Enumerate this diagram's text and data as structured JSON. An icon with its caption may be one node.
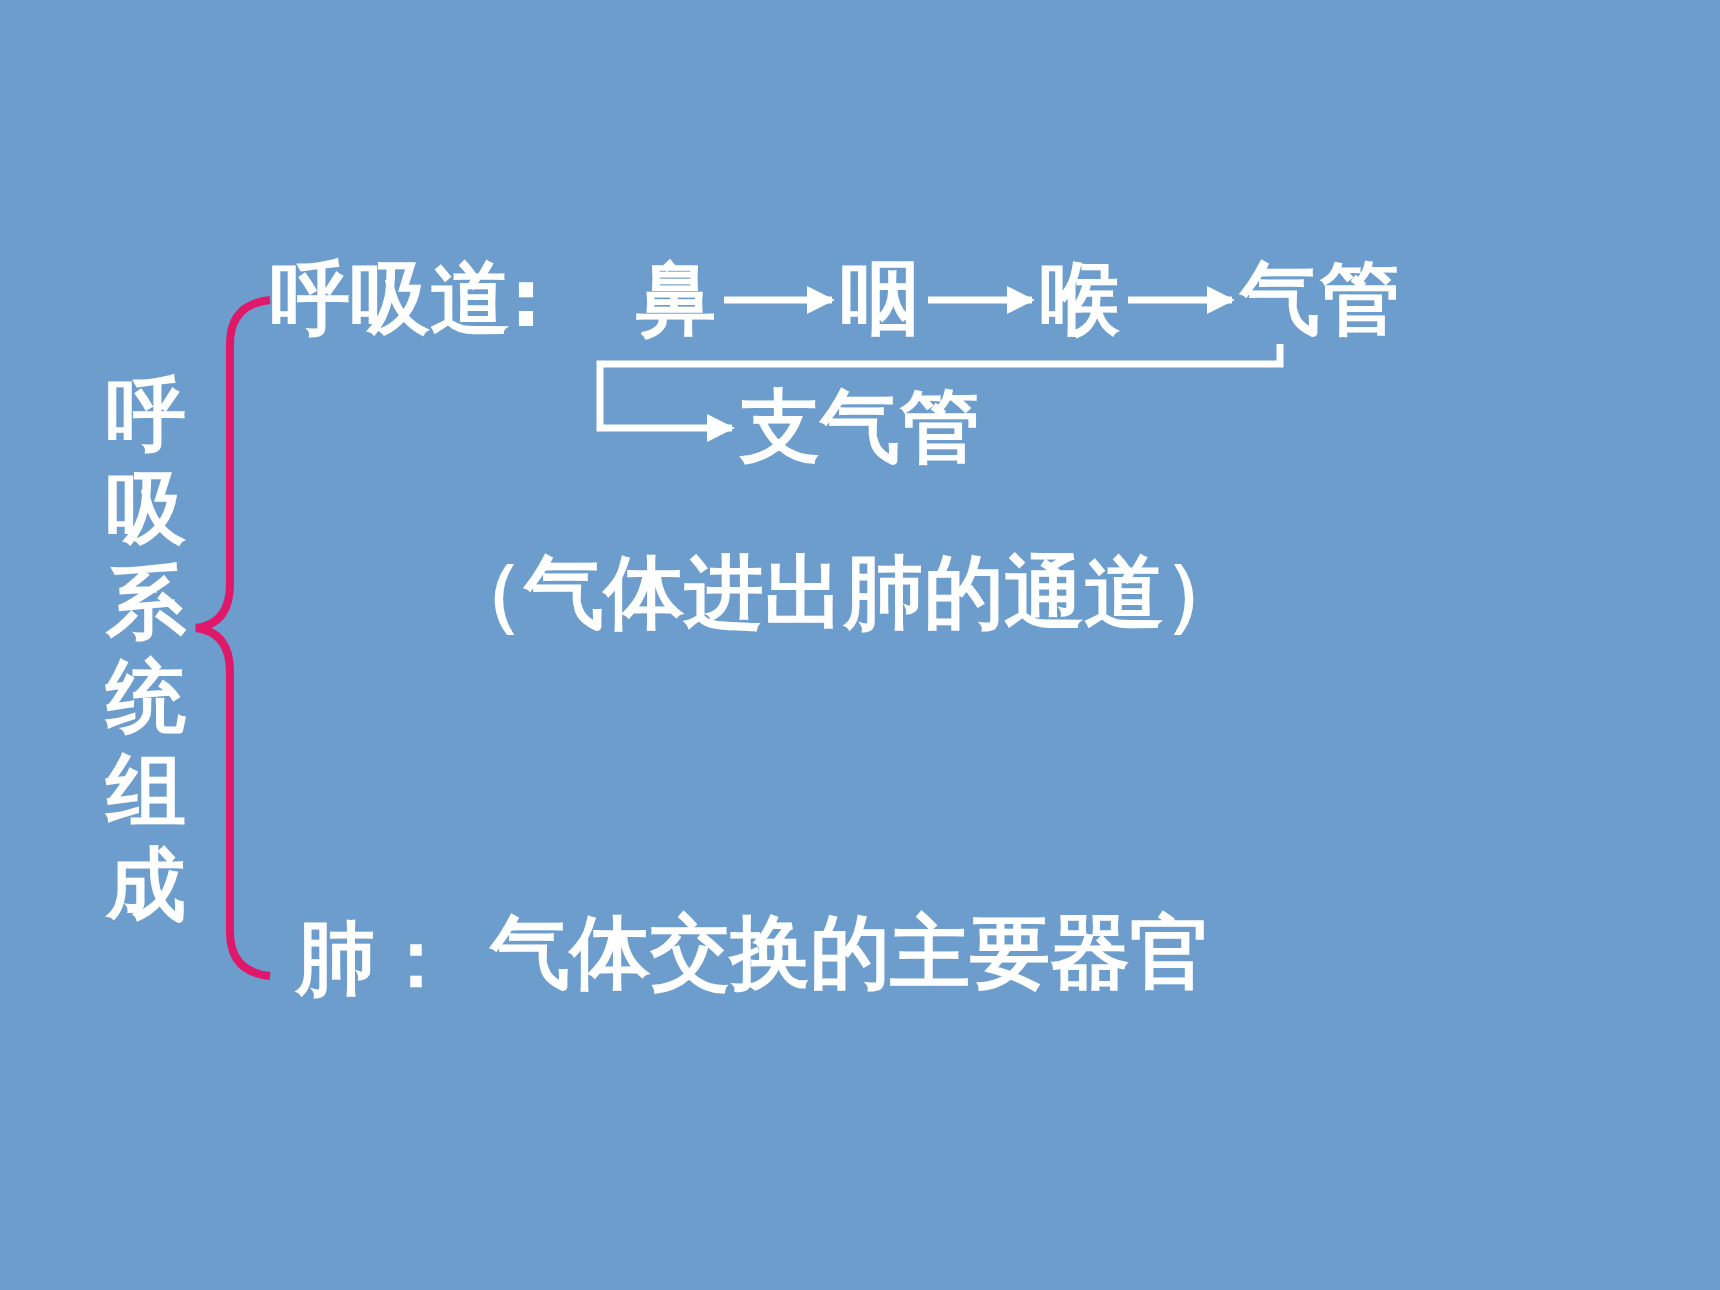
{
  "diagram": {
    "nodes": [
      {
        "text": [
          "鼻"
        ]
      },
      {
        "text": [
          "咽"
        ]
      },
      {
        "text": [
          "喉"
        ]
      },
      {
        "text": [
          "气管"
        ]
      },
      {
        "text": [
          "支气管"
        ]
      }
    ],
    "edges": [
      {
        "from": 0,
        "to": 1,
        "arrow": "to"
      },
      {
        "from": 1,
        "to": 2,
        "arrow": "to"
      },
      {
        "from": 2,
        "to": 3,
        "arrow": "to"
      },
      {
        "from": 3,
        "to": 4,
        "arrow": "to"
      }
    ],
    "labels": [
      "呼吸系统组成",
      "呼吸道:",
      "（气体进出肺的通道）",
      "肺：",
      "气体交换的主要器官"
    ]
  }
}
